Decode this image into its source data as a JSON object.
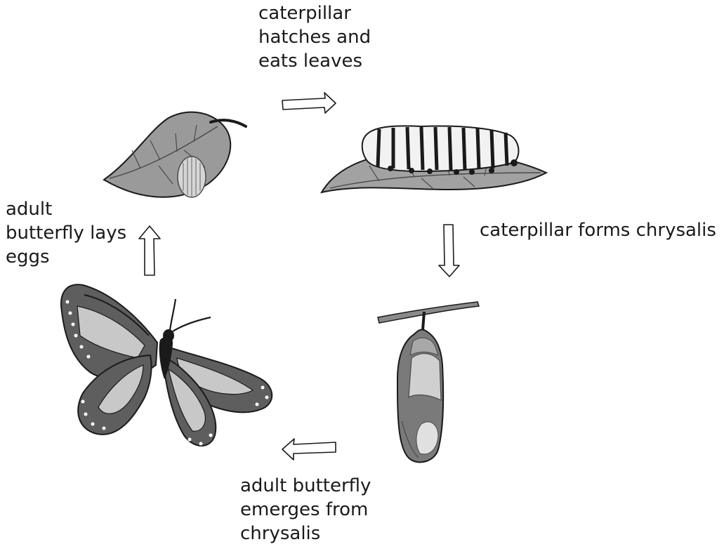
{
  "stages": [
    {
      "id": "egg",
      "label_lines": [
        "caterpillar",
        "hatches and",
        "eats leaves"
      ]
    },
    {
      "id": "caterpillar",
      "label_lines": [
        "caterpillar forms chrysalis"
      ]
    },
    {
      "id": "chrysalis",
      "label_lines": [
        "adult butterfly",
        "emerges from",
        "chrysalis"
      ]
    },
    {
      "id": "butterfly",
      "label_lines": [
        "adult",
        "butterfly lays",
        "eggs"
      ]
    }
  ],
  "colors": {
    "ink": "#1a1a1a",
    "leaf": "#9a9a9a",
    "leaf_light": "#b3b3b3",
    "wing_dark": "#5e5e5e",
    "wing_light": "#c8c8c8",
    "chrysalis_dark": "#7a7a7a",
    "chrysalis_light": "#d0d0d0"
  }
}
